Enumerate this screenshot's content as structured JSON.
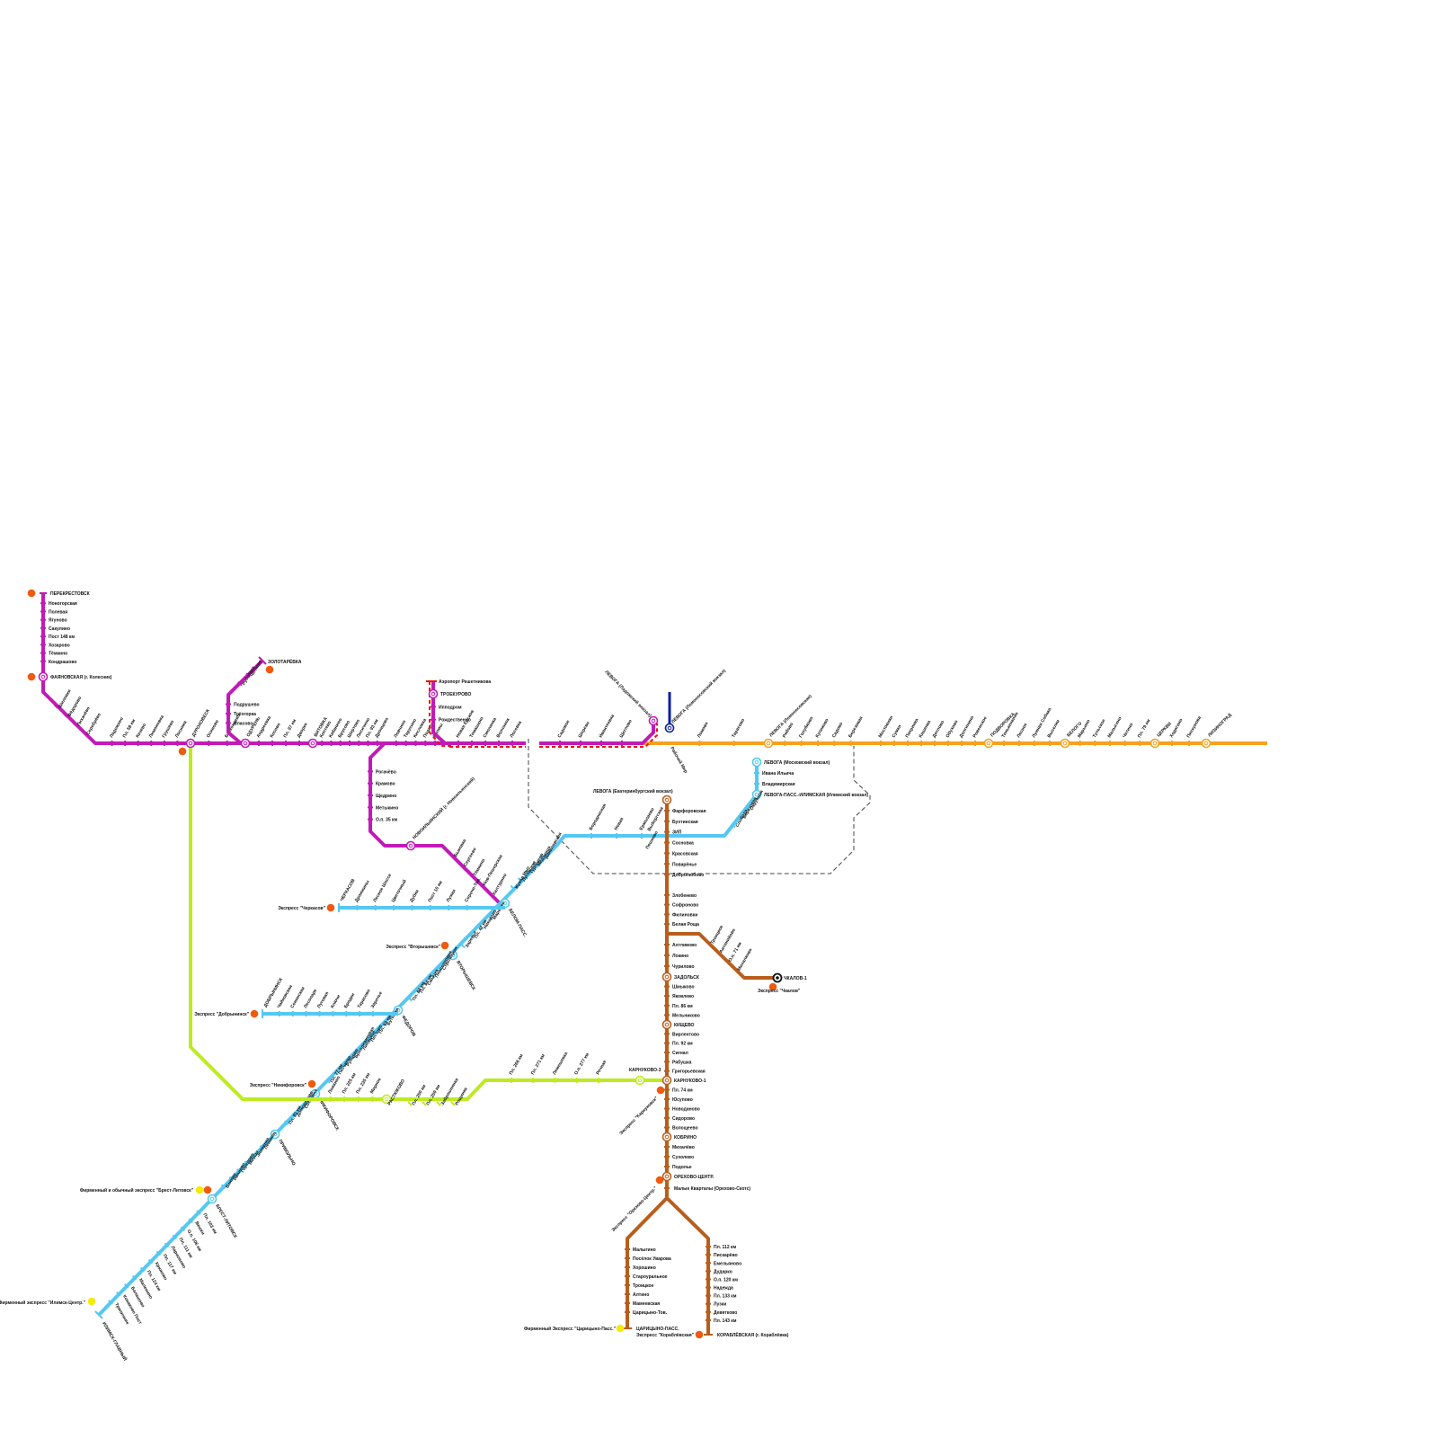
{
  "colors": {
    "magenta": "#c21ab8",
    "orange": "#f5a21e",
    "blue": "#55c8f2",
    "lime": "#bdeb1f",
    "brown": "#b85e1c",
    "navy": "#0d1f9e",
    "red": "#e8150c",
    "express_orange": "#f05a0f",
    "express_yellow": "#f3ea10",
    "boundary": "#444444"
  },
  "lines": {
    "magenta_north": {
      "terminal": "ПЕРЕКРЕСТОВСК",
      "stations": [
        "Ноногорская",
        "Полевая",
        "Ягуново",
        "Сакулино",
        "Пост 148 км",
        "Хозарово",
        "Тёмкино",
        "Кондрашово"
      ],
      "junction": "ФАЯНОВСКАЯ (г. Колесник)"
    },
    "magenta_west_slope": {
      "stations": [
        "Шиловки",
        "Фёдорово",
        "Лихачёво",
        "Серебрёво"
      ]
    },
    "magenta_main": {
      "stations_a": [
        "Ладожино",
        "Пл. 58 км",
        "Кизево",
        "Лимоновка",
        "Грушево",
        "Лосинка"
      ],
      "hub_a": "ДУРОХОВЕСК",
      "stations_b": [
        "Осиново",
        "Бесконцево"
      ],
      "hub_b": "ОДУРЕНЬ",
      "stations_c": [
        "Андреевка",
        "Косово",
        "Пл. 97 км",
        "Дворко"
      ],
      "hub_c": "ВИТОВКА",
      "stations_d": [
        "Коптево",
        "Кабанино",
        "Брусово",
        "Ширтово",
        "Лисичино",
        "Пл. 93 км",
        "Дронцово"
      ],
      "stations_e": [
        "Ловчино",
        "Тарусино",
        "Кисловка",
        "Подолье",
        "Холмы"
      ],
      "stations_f": [
        "Новая Ерсков",
        "Тимашино",
        "Смолянка",
        "Волчонок",
        "Лосевка",
        "Садовое",
        "Шерево",
        "Ивантеевка",
        "Щеглово"
      ]
    },
    "magenta_zolotarevka": {
      "terminal": "ЗОЛОТАРЁВКА",
      "slope_stations": [
        "Чеглово",
        "Рублёвка"
      ],
      "stations": [
        "Подрушево",
        "Трёхгорка",
        "Власово"
      ]
    },
    "magenta_south": {
      "stations": [
        "Рогачёво",
        "Крамово",
        "Щедрино",
        "Метыкино",
        "О.п. 35 км"
      ],
      "hub": "НОВОИЛЬИНСКИЙ (г. Новоильинский)",
      "slope_stations": [
        "Быковка",
        "Сергеево",
        "Тёмкино",
        "Нов-Пешерская",
        "Халтурино"
      ]
    },
    "airport": {
      "terminal": "Аэропорт Решетникова",
      "hub": "ТРОЕКУРОВО",
      "stations": [
        "Ипподром",
        "Рождественно"
      ]
    },
    "navy": {
      "label_left": "ЛЕВОГА (Ладожский вокзал)",
      "label_right": "ЛЕВОГА (Ломоносовский вокзал)"
    },
    "orange": {
      "label_below": "Рабочий Мир",
      "stations_a": [
        "Ломово",
        "Тарасово"
      ],
      "hub_a": "ЛЕВОГА (Ломоносовская)",
      "stations_b": [
        "Рябово",
        "Голубково",
        "Куликово",
        "Садово",
        "Березовая"
      ],
      "stations_c": [
        "Мостовики",
        "Сумки",
        "Пахринка",
        "Кашенка",
        "Дятлово",
        "Обухово",
        "Долгинино",
        "Ровенское"
      ],
      "hub_b": "ПОДВОРОВКА",
      "stations_d": [
        "Тинькенкино",
        "Лесное",
        "Лунная Собака",
        "Выселки"
      ],
      "hub_c": "БЕЛОГО",
      "stations_e": [
        "Марьино",
        "Тульское",
        "Малыгино",
        "Чатино",
        "Пл. 79 км"
      ],
      "hub_d": "ЦЕРКВИ",
      "stations_f": [
        "Ходягино",
        "Пискунова"
      ],
      "terminal": "ЛИЗИНОГРАД"
    },
    "blue_north": {
      "hub_top": "ЛЕВОГА (Московский вокзал)",
      "stations": [
        "Ивана Ильича",
        "Владимирская"
      ],
      "hub_bottom": "ЛЕВОГА-ПАСС.-ИЛИМСКАЯ (Илимский вокзал)",
      "slope_stations": [
        "Окружная",
        "Берёзовая",
        "Слобода"
      ],
      "west_stations": [
        "Бородинская",
        "Новая",
        "Ермолаево"
      ],
      "label_mid": "Выборгская",
      "label_mid2": "Пешково"
    },
    "brown": {
      "hub_top": "ЛЕВОГА (Екатеринбургский вокзал)",
      "stations_a": [
        "Фарфоровская",
        "Бухтинская",
        "ЗИП",
        "Сосновка",
        "Красовская",
        "Поварёнье",
        "Добролюбово"
      ],
      "stations_b": [
        "Злобенево",
        "Софроново",
        "Филиновки",
        "Белая Роща"
      ],
      "branch_stations": [
        "Троицкое",
        "Антонийово",
        "О.п. 71 км",
        "Михалково"
      ],
      "branch_terminal": "ЧКАЛОВ-1",
      "branch_express": "Экспресс \"Чкалов\"",
      "stations_c": [
        "Ахтливово",
        "Локино",
        "Чурилово"
      ],
      "hub_zadolsk": "ЗАДОЛЬСК",
      "stations_d": [
        "Шмыково",
        "Яковлево",
        "Пл. 86 км",
        "Мельниково"
      ],
      "hub_kishchevo": "КИЩЕВО",
      "stations_e": [
        "Вирлентово",
        "Пл. 92 км",
        "Сигнал",
        "Рябушка",
        "Григорьевская"
      ],
      "hub_karnukovo": "КАРНУКОВО-1",
      "stations_f": [
        "Пл. 74 км",
        "Юсупово",
        "Новоданово",
        "Сидорово",
        "Волощеево"
      ],
      "hub_kobrino": "КОБРИНО",
      "stations_g": [
        "Михалёво",
        "Сухолево",
        "Подолье"
      ],
      "hub_orekhovo": "ОРЕХОВО-ЦЕНТР.",
      "station_h": "Малые Кварталы (Орехово-Скотс)",
      "west_stations": [
        "Малыгино",
        "Посёлок Уварова",
        "Хорошино",
        "Староуральное",
        "Троицкое",
        "Алтино",
        "Мамеевская",
        "Царицыно-Тов."
      ],
      "west_terminal": "ЦАРИЦЫНО-ПАСС.",
      "west_express": "Фирменный Экспресс \"Царицыно-Пасс.\"",
      "east_stations": [
        "Пл. 112 км",
        "Пискарёво",
        "Емельяново",
        "Дударко",
        "О.п. 120 км",
        "Надежда",
        "Пл. 133 км",
        "Лузки",
        "Девятково",
        "Пл. 143 км"
      ],
      "east_terminal": "КОРАБЛЁВСКАЯ (г. Кораблёвка)",
      "east_express": "Экспресс \"Кораблёвская\""
    },
    "blue_diag": {
      "top_stations": [
        "Даниловская",
        "Медуница",
        "Тургенево",
        "Луговская",
        "Жуков Мыс"
      ],
      "hub_a": "БЕЛОМ-ПАСС.",
      "stations_b": [
        "Марьино",
        "Никаково",
        "Пл. 47 км",
        "Заречье"
      ],
      "hub_b": "ВТОРЫШЕВСК",
      "stations_c": [
        "Стрелецкая",
        "Пивоваровая",
        "Смычка",
        "Пл. 54 км",
        "Пл. 64 км"
      ],
      "hub_c": "ФЕДОРОВ",
      "stations_d": [
        "Бутырка",
        "Пл. 63 км",
        "Пестово",
        "Липецкое",
        "Бриллиантовая",
        "Рубцово",
        "Песчанка",
        "Пл. 77 км"
      ],
      "hub_d": "НИКИФОРОВСК",
      "stations_e": [
        "Сосновка",
        "Домодедово",
        "Пл. 81 км"
      ],
      "hub_e": "ПРИВОЛЬНО",
      "stations_f": [
        "Ленинец",
        "Знаменка",
        "Миусы",
        "Горелово",
        "Иваново",
        "Ванино"
      ],
      "hub_f": "БРЕСТ-ЛИТОВСК",
      "stations_g": [
        "Пл. 103 км",
        "Вешки",
        "О.п. 106 км",
        "Пл. 111 км",
        "Ларионово",
        "Пл. 117 км",
        "Крюково",
        "Пл. 124 км",
        "Маленино",
        "Балашово",
        "Конаково Пост",
        "Тряпичник"
      ],
      "terminal": "ИЛИМСК-ГЛАВНЫЙ",
      "express_terminal": "Фирменный экспресс \"Илимск-Центр.\"",
      "express_brest": "Фирменный и обычный экспресс \"Брест-Литовск\""
    },
    "blue_cherkasov": {
      "terminal": "ЧЕРКАСОВ",
      "stations": [
        "Дрожжины",
        "Лесное Шоссе",
        "Цветочный",
        "Дубки",
        "Пост 10 км",
        "Лужки",
        "Сорочи-Тов."
      ],
      "express": "Экспресс \"Черкасов\""
    },
    "blue_dobrynino": {
      "terminal": "ДОБРЫНИНСК",
      "stations": [
        "Чайковская",
        "Сенинская",
        "Лесопарк",
        "Луговая",
        "Ключи",
        "Бродки",
        "Тарасово",
        "Заречье"
      ],
      "express": "Экспресс \"Добрынинск\""
    },
    "express_vtoryshevsk": "Экспресс \"Вторышевск\"",
    "express_nikiforovsk": "Экспресс \"Никифоровск\"",
    "express_karnukovo": "Экспресс \"Карнуковск\"",
    "express_orekhovo": "Экспресс \"Орехово-Центр.\"",
    "lime": {
      "stations_a": [
        "Ложкино",
        "Пл. 225 км",
        "Пл. 235 км",
        "Мирное"
      ],
      "hub_a": "РАСТЮКОВО",
      "stations_b": [
        "Пл. 250 км",
        "Пл. 259 км",
        "Заброшенная",
        "Рощинка"
      ],
      "stations_c": [
        "Пл. 266 км",
        "Пл. 271 км",
        "Лемешевка",
        "О.п. 277 км",
        "Речная"
      ],
      "terminal": "КАРНУКОВО-3"
    }
  }
}
